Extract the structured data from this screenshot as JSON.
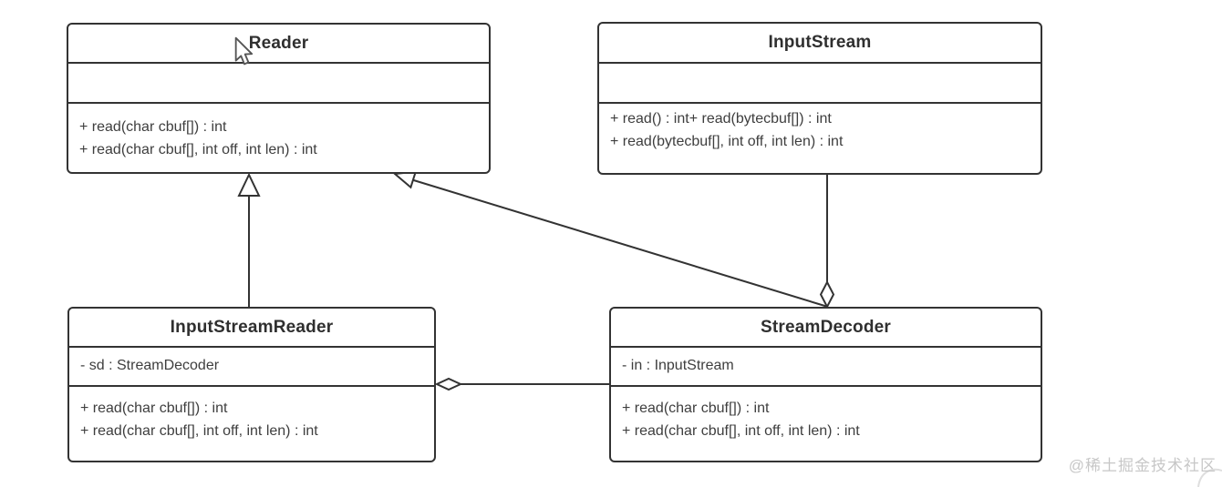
{
  "diagram": {
    "type": "uml-class-diagram",
    "classes": [
      {
        "name": "Reader",
        "attributes": [],
        "methods": [
          "+ read(char cbuf[]) : int",
          "+ read(char cbuf[], int off, int len) : int"
        ]
      },
      {
        "name": "InputStream",
        "attributes": [],
        "methods": [
          "+ read() : int+ read(bytecbuf[]) : int",
          "+ read(bytecbuf[], int off, int len) : int"
        ]
      },
      {
        "name": "InputStreamReader",
        "attributes": [
          "- sd : StreamDecoder"
        ],
        "methods": [
          "+ read(char cbuf[]) : int",
          "+ read(char cbuf[], int off, int len) : int"
        ]
      },
      {
        "name": "StreamDecoder",
        "attributes": [
          "- in : InputStream"
        ],
        "methods": [
          "+ read(char cbuf[]) : int",
          "+ read(char cbuf[], int off, int len) : int"
        ]
      }
    ],
    "relationships": [
      {
        "type": "generalization",
        "from": "InputStreamReader",
        "to": "Reader",
        "arrow": "hollow-triangle-at-Reader"
      },
      {
        "type": "generalization",
        "from": "StreamDecoder",
        "to": "Reader",
        "arrow": "hollow-triangle-at-Reader"
      },
      {
        "type": "aggregation",
        "whole": "StreamDecoder",
        "part": "InputStream",
        "diamond_at": "StreamDecoder"
      },
      {
        "type": "aggregation",
        "whole": "InputStreamReader",
        "part": "StreamDecoder",
        "diamond_at": "InputStreamReader"
      }
    ],
    "colors": {
      "line": "#333333",
      "text": "#3e3e3e",
      "title": "#2f2f2f",
      "background": "#ffffff",
      "watermark": "#c7c7c7"
    }
  },
  "watermark": {
    "text": "@稀土掘金技术社区"
  }
}
